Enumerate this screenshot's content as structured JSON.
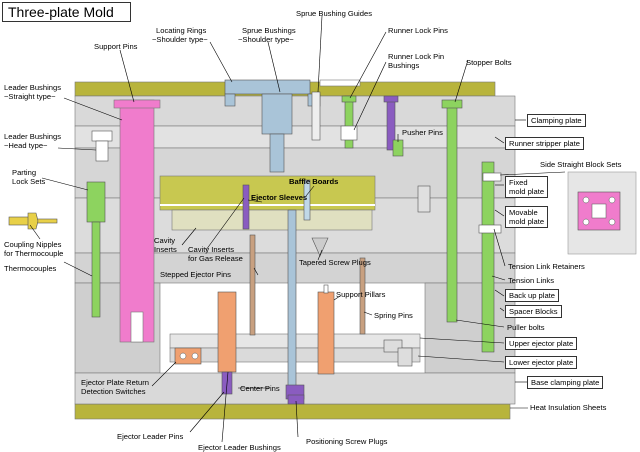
{
  "title": "Three-plate Mold",
  "labels": {
    "sprue_bushing_guides": "Sprue Bushing Guides",
    "locating_rings_1": "Locating Rings",
    "locating_rings_2": "−Shoulder type−",
    "sprue_bushings_1": "Sprue Bushings",
    "sprue_bushings_2": "−Shoulder type−",
    "runner_lock_pins": "Runner Lock Pins",
    "runner_lock_pin_bushings_1": "Runner Lock Pin",
    "runner_lock_pin_bushings_2": "Bushings",
    "support_pins": "Support Pins",
    "stopper_bolts": "Stopper Bolts",
    "leader_bushings_straight_1": "Leader Bushings",
    "leader_bushings_straight_2": "−Straight type−",
    "leader_bushings_head_1": "Leader Bushings",
    "leader_bushings_head_2": "−Head type−",
    "pusher_pins": "Pusher Pins",
    "parting_lock_sets_1": "Parting",
    "parting_lock_sets_2": "Lock Sets",
    "baffle_boards": "Baffle Boards",
    "ejector_sleeves": "Ejector Sleeves",
    "side_straight_block_sets": "Side Straight Block Sets",
    "coupling_nipples_1": "Coupling Nipples",
    "coupling_nipples_2": "for Thermocouple",
    "thermocouples": "Thermocouples",
    "cavity_inserts_1": "Cavity",
    "cavity_inserts_2": "Inserts",
    "cavity_inserts_gas_1": "Cavity Inserts",
    "cavity_inserts_gas_2": "for Gas Release",
    "tapered_screw_plugs": "Tapered Screw Plugs",
    "stepped_ejector_pins": "Stepped Ejector Pins",
    "tension_link_retainers": "Tension Link Retainers",
    "tension_links": "Tension Links",
    "support_pillars": "Support Pillars",
    "spring_pins": "Spring Pins",
    "puller_bolts": "Puller bolts",
    "ejector_plate_return_1": "Ejector Plate Return",
    "ejector_plate_return_2": "Detection Switches",
    "center_pins": "Center Pins",
    "ejector_leader_pins": "Ejector Leader Pins",
    "ejector_leader_bushings": "Ejector Leader Bushings",
    "positioning_screw_plugs": "Positioning Screw Plugs",
    "heat_insulation_sheets": "Heat Insulation Sheets"
  },
  "boxed_labels": {
    "clamping_plate": "Clamping plate",
    "runner_stripper_plate": "Runner stripper plate",
    "fixed_mold_plate_1": "Fixed",
    "fixed_mold_plate_2": "mold plate",
    "movable_mold_plate_1": "Movable",
    "movable_mold_plate_2": "mold plate",
    "back_up_plate": "Back up plate",
    "spacer_blocks": "Spacer Blocks",
    "upper_ejector_plate": "Upper ejector plate",
    "lower_ejector_plate": "Lower ejector plate",
    "base_clamping_plate": "Base clamping plate"
  },
  "colors": {
    "plate_gray": "#d9d9d9",
    "insulation_olive": "#b8b43c",
    "pin_green": "#8dd35f",
    "bushing_pink": "#f07ccc",
    "sprue_blue": "#a9c4d8",
    "ejector_orange": "#f0a070",
    "purple": "#8a5cc0",
    "cavity_yellow": "#c8c850"
  }
}
